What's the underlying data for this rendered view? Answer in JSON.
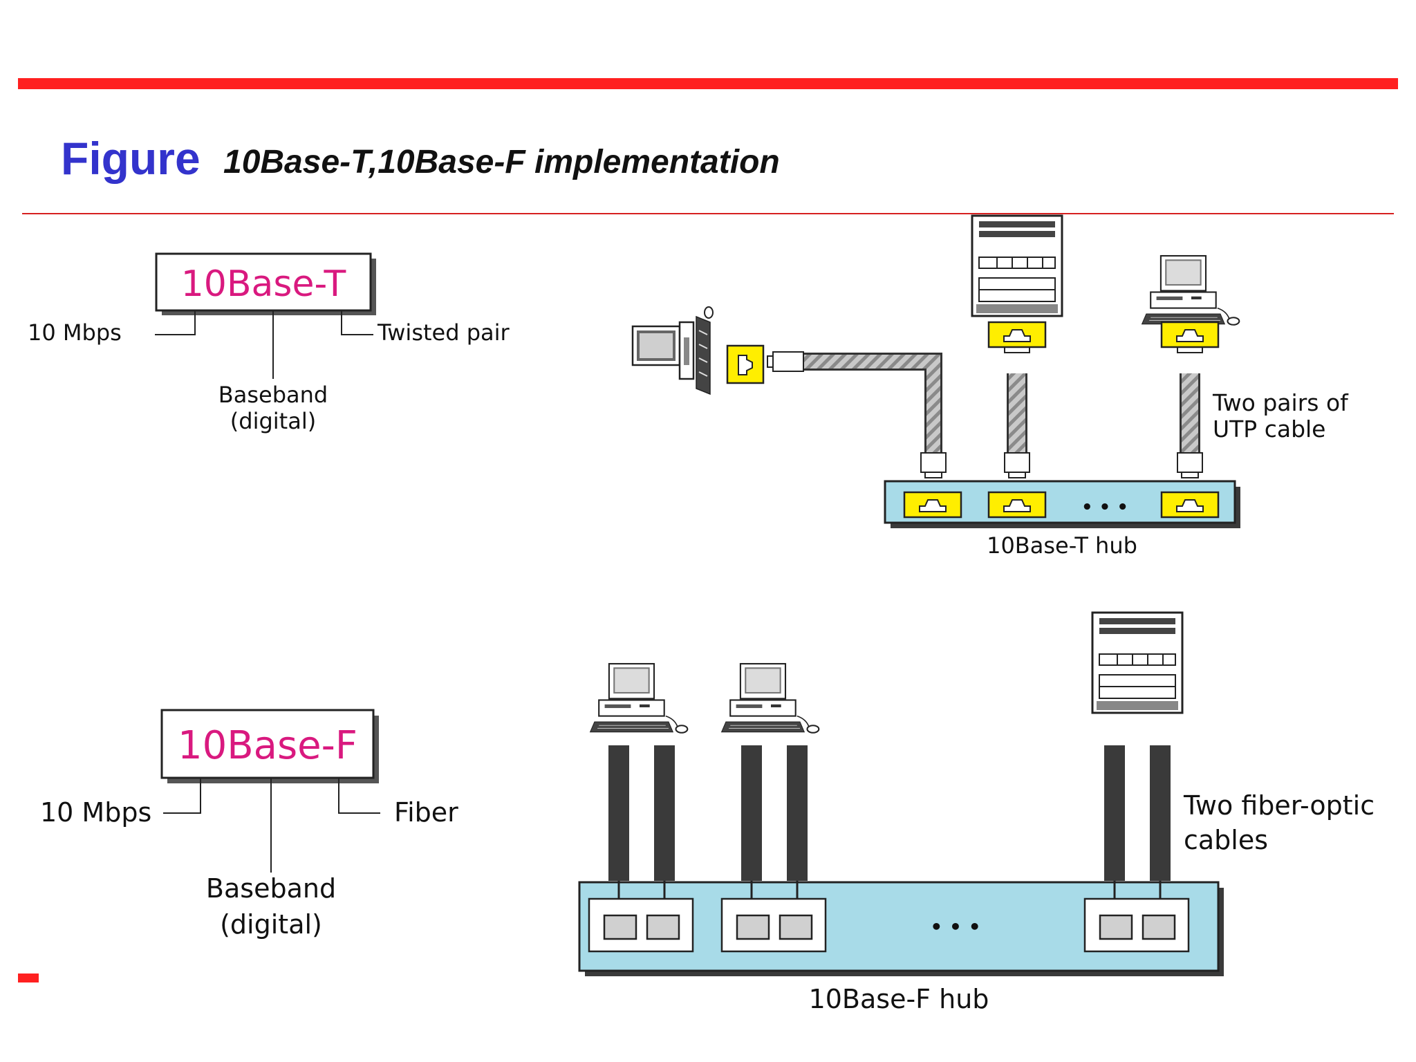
{
  "title": {
    "prefix": "Figure",
    "text": "10Base-T,10Base-F implementation"
  },
  "t_legend": {
    "code": "10Base-T",
    "rate": "10 Mbps",
    "medium": "Twisted pair",
    "signal_line1": "Baseband",
    "signal_line2": "(digital)"
  },
  "f_legend": {
    "code": "10Base-F",
    "rate": "10 Mbps",
    "medium": "Fiber",
    "signal_line1": "Baseband",
    "signal_line2": "(digital)"
  },
  "t_diagram": {
    "hub_label": "10Base-T hub",
    "cable_line1": "Two pairs of",
    "cable_line2": "UTP cable",
    "ellipsis": "• • •"
  },
  "f_diagram": {
    "hub_label": "10Base-F  hub",
    "cable_line1": "Two fiber-optic",
    "cable_line2": "cables",
    "ellipsis": "• • •"
  },
  "colors": {
    "rule": "#ff2020",
    "title": "#3333cc",
    "code_text": "#d9197f",
    "hub_fill": "#a8dbe8",
    "port_fill": "#ffee00",
    "fiber": "#3a3a3a"
  }
}
